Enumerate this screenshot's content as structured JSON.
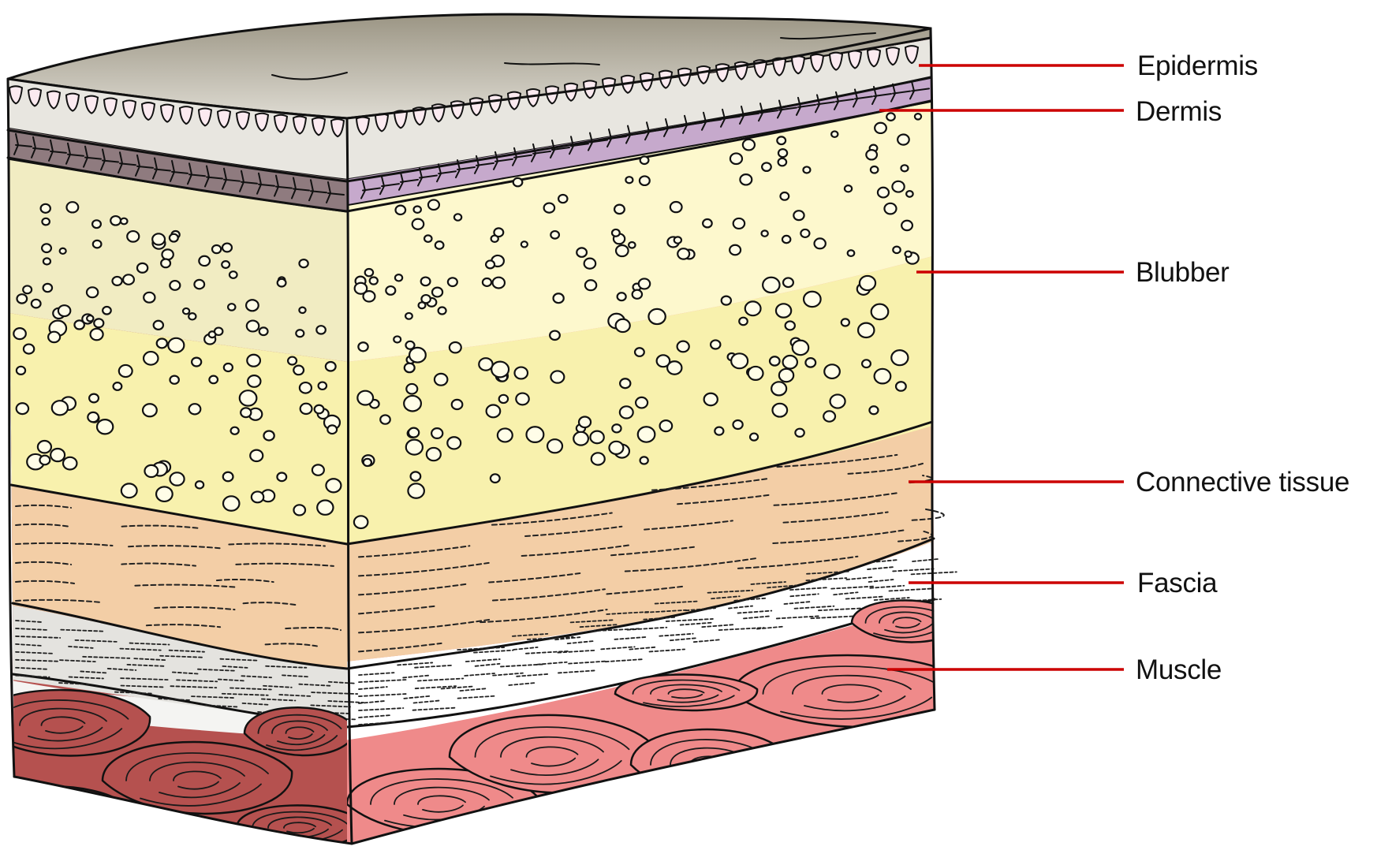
{
  "labels": [
    {
      "id": "epidermis",
      "text": "Epidermis"
    },
    {
      "id": "dermis",
      "text": "Dermis"
    },
    {
      "id": "blubber",
      "text": "Blubber"
    },
    {
      "id": "connective",
      "text": "Connective tissue"
    },
    {
      "id": "fascia",
      "text": "Fascia"
    },
    {
      "id": "muscle",
      "text": "Muscle"
    }
  ],
  "colors": {
    "leader_line": "#cc0000",
    "epidermis_top": "#b3ad9c",
    "epidermis_side": "#e8e6e0",
    "dermis_left": "#8f7b7f",
    "dermis_right": "#c6a9cc",
    "blubber_upper": "#f1ecc2",
    "blubber_lower": "#f8f1ad",
    "connective": "#f3cea6",
    "fascia_left": "#e4e3df",
    "fascia_right": "#ffffff",
    "muscle_left": "#b5514f",
    "muscle_right": "#ef8a8a"
  }
}
